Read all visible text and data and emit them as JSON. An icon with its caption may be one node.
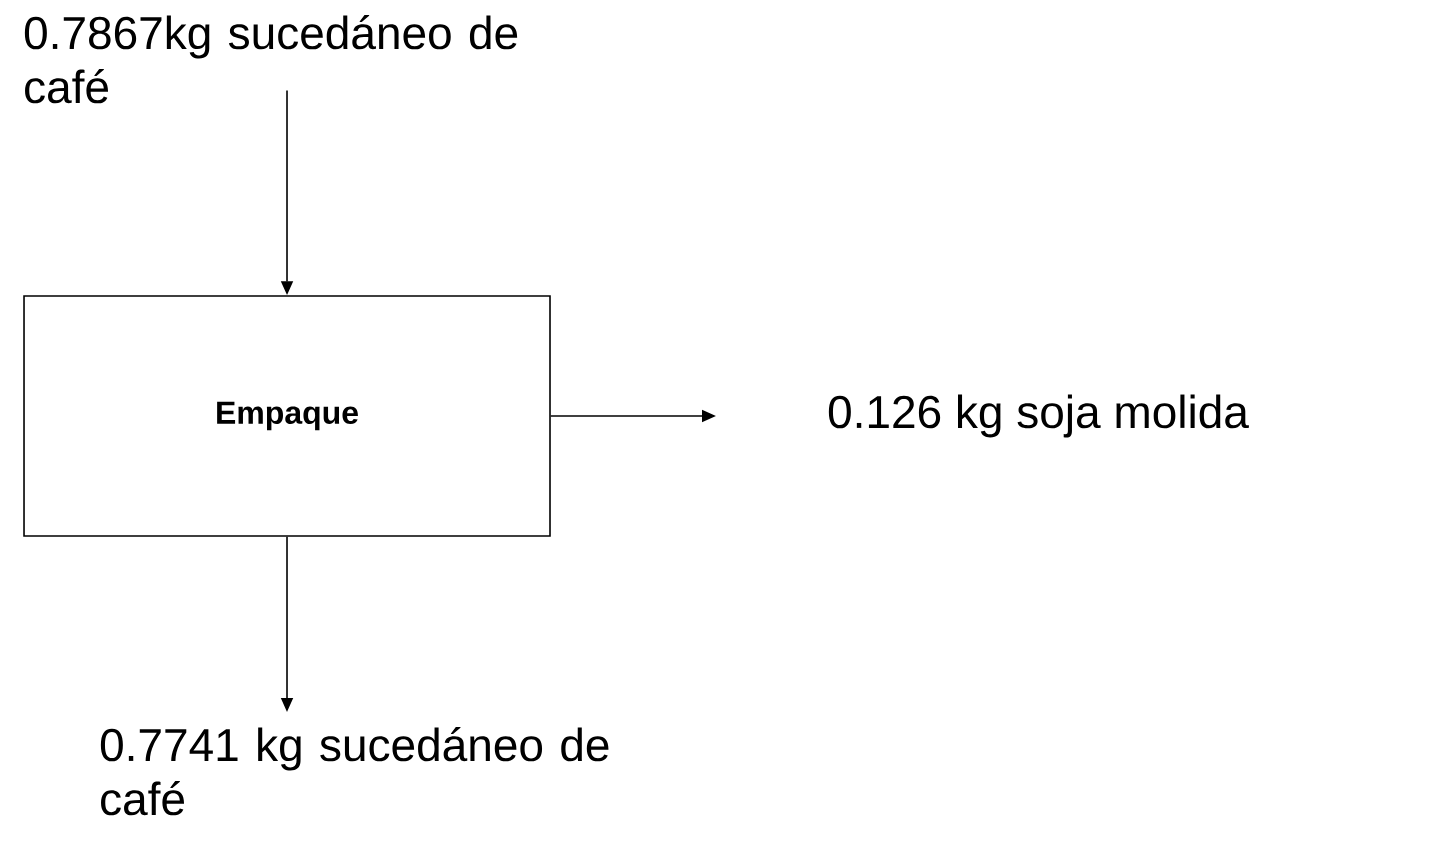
{
  "diagram": {
    "nodes": [
      {
        "text": [
          "0.7867kg sucedáneo de café"
        ]
      },
      {
        "text": [
          "Empaque"
        ]
      },
      {
        "text": [
          "0.126 kg soja molida"
        ]
      },
      {
        "text": [
          "0.7741 kg sucedáneo de café"
        ]
      }
    ],
    "edges": [
      {
        "from": 0,
        "to": 1,
        "arrow": "to"
      },
      {
        "from": 1,
        "to": 2,
        "arrow": "to"
      },
      {
        "from": 1,
        "to": 3,
        "arrow": "to"
      }
    ]
  }
}
